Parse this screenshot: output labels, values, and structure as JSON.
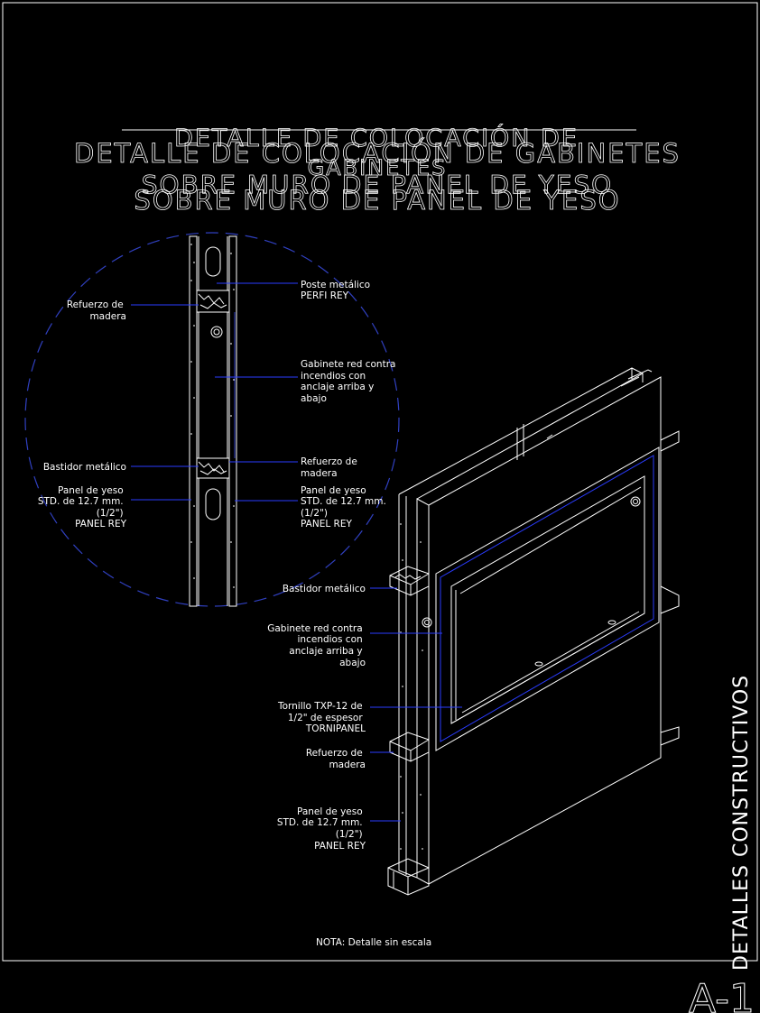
{
  "title": {
    "line1a": "DETALLE DE COLOCACIÓN DE",
    "line1b": "GABINETES",
    "line1c": "DETALLE DE COLOCACIÓN DE GABINETES",
    "line2": "SOBRE MURO DE PANEL DE YESO"
  },
  "section_labels": {
    "refuerzo_madera_left": [
      "Refuerzo de",
      "madera"
    ],
    "bastidor_left": "Bastidor metálico",
    "panel_left": [
      "Panel de yeso",
      "STD. de 12.7 mm.",
      "(1/2\")",
      "PANEL REY"
    ],
    "poste": [
      "Poste metálico",
      "PERFI REY"
    ],
    "gabinete_right": [
      "Gabinete red contra",
      "incendios con",
      "anclaje arriba y",
      "abajo"
    ],
    "refuerzo_madera_right": [
      "Refuerzo de",
      "madera"
    ],
    "panel_right": [
      "Panel de yeso",
      "STD. de 12.7 mm.",
      "(1/2\")",
      "PANEL REY"
    ]
  },
  "iso_labels": {
    "bastidor": "Bastidor metálico",
    "gabinete": [
      "Gabinete red contra",
      "incendios con",
      "anclaje arriba y",
      "abajo"
    ],
    "tornillo": [
      "Tornillo TXP-12 de",
      "1/2\" de espesor",
      "TORNIPANEL"
    ],
    "refuerzo": [
      "Refuerzo de",
      "madera"
    ],
    "panel": [
      "Panel de yeso",
      "STD. de 12.7 mm.",
      "(1/2\")",
      "PANEL REY"
    ]
  },
  "note": "NOTA: Detalle sin escala",
  "sheet_title": "DETALLES CONSTRUCTIVOS",
  "sheet_number": "A-1",
  "colors": {
    "background": "#000000",
    "line": "#ffffff",
    "leader": "#2a3cff",
    "dashed_circle": "#3040c0"
  }
}
